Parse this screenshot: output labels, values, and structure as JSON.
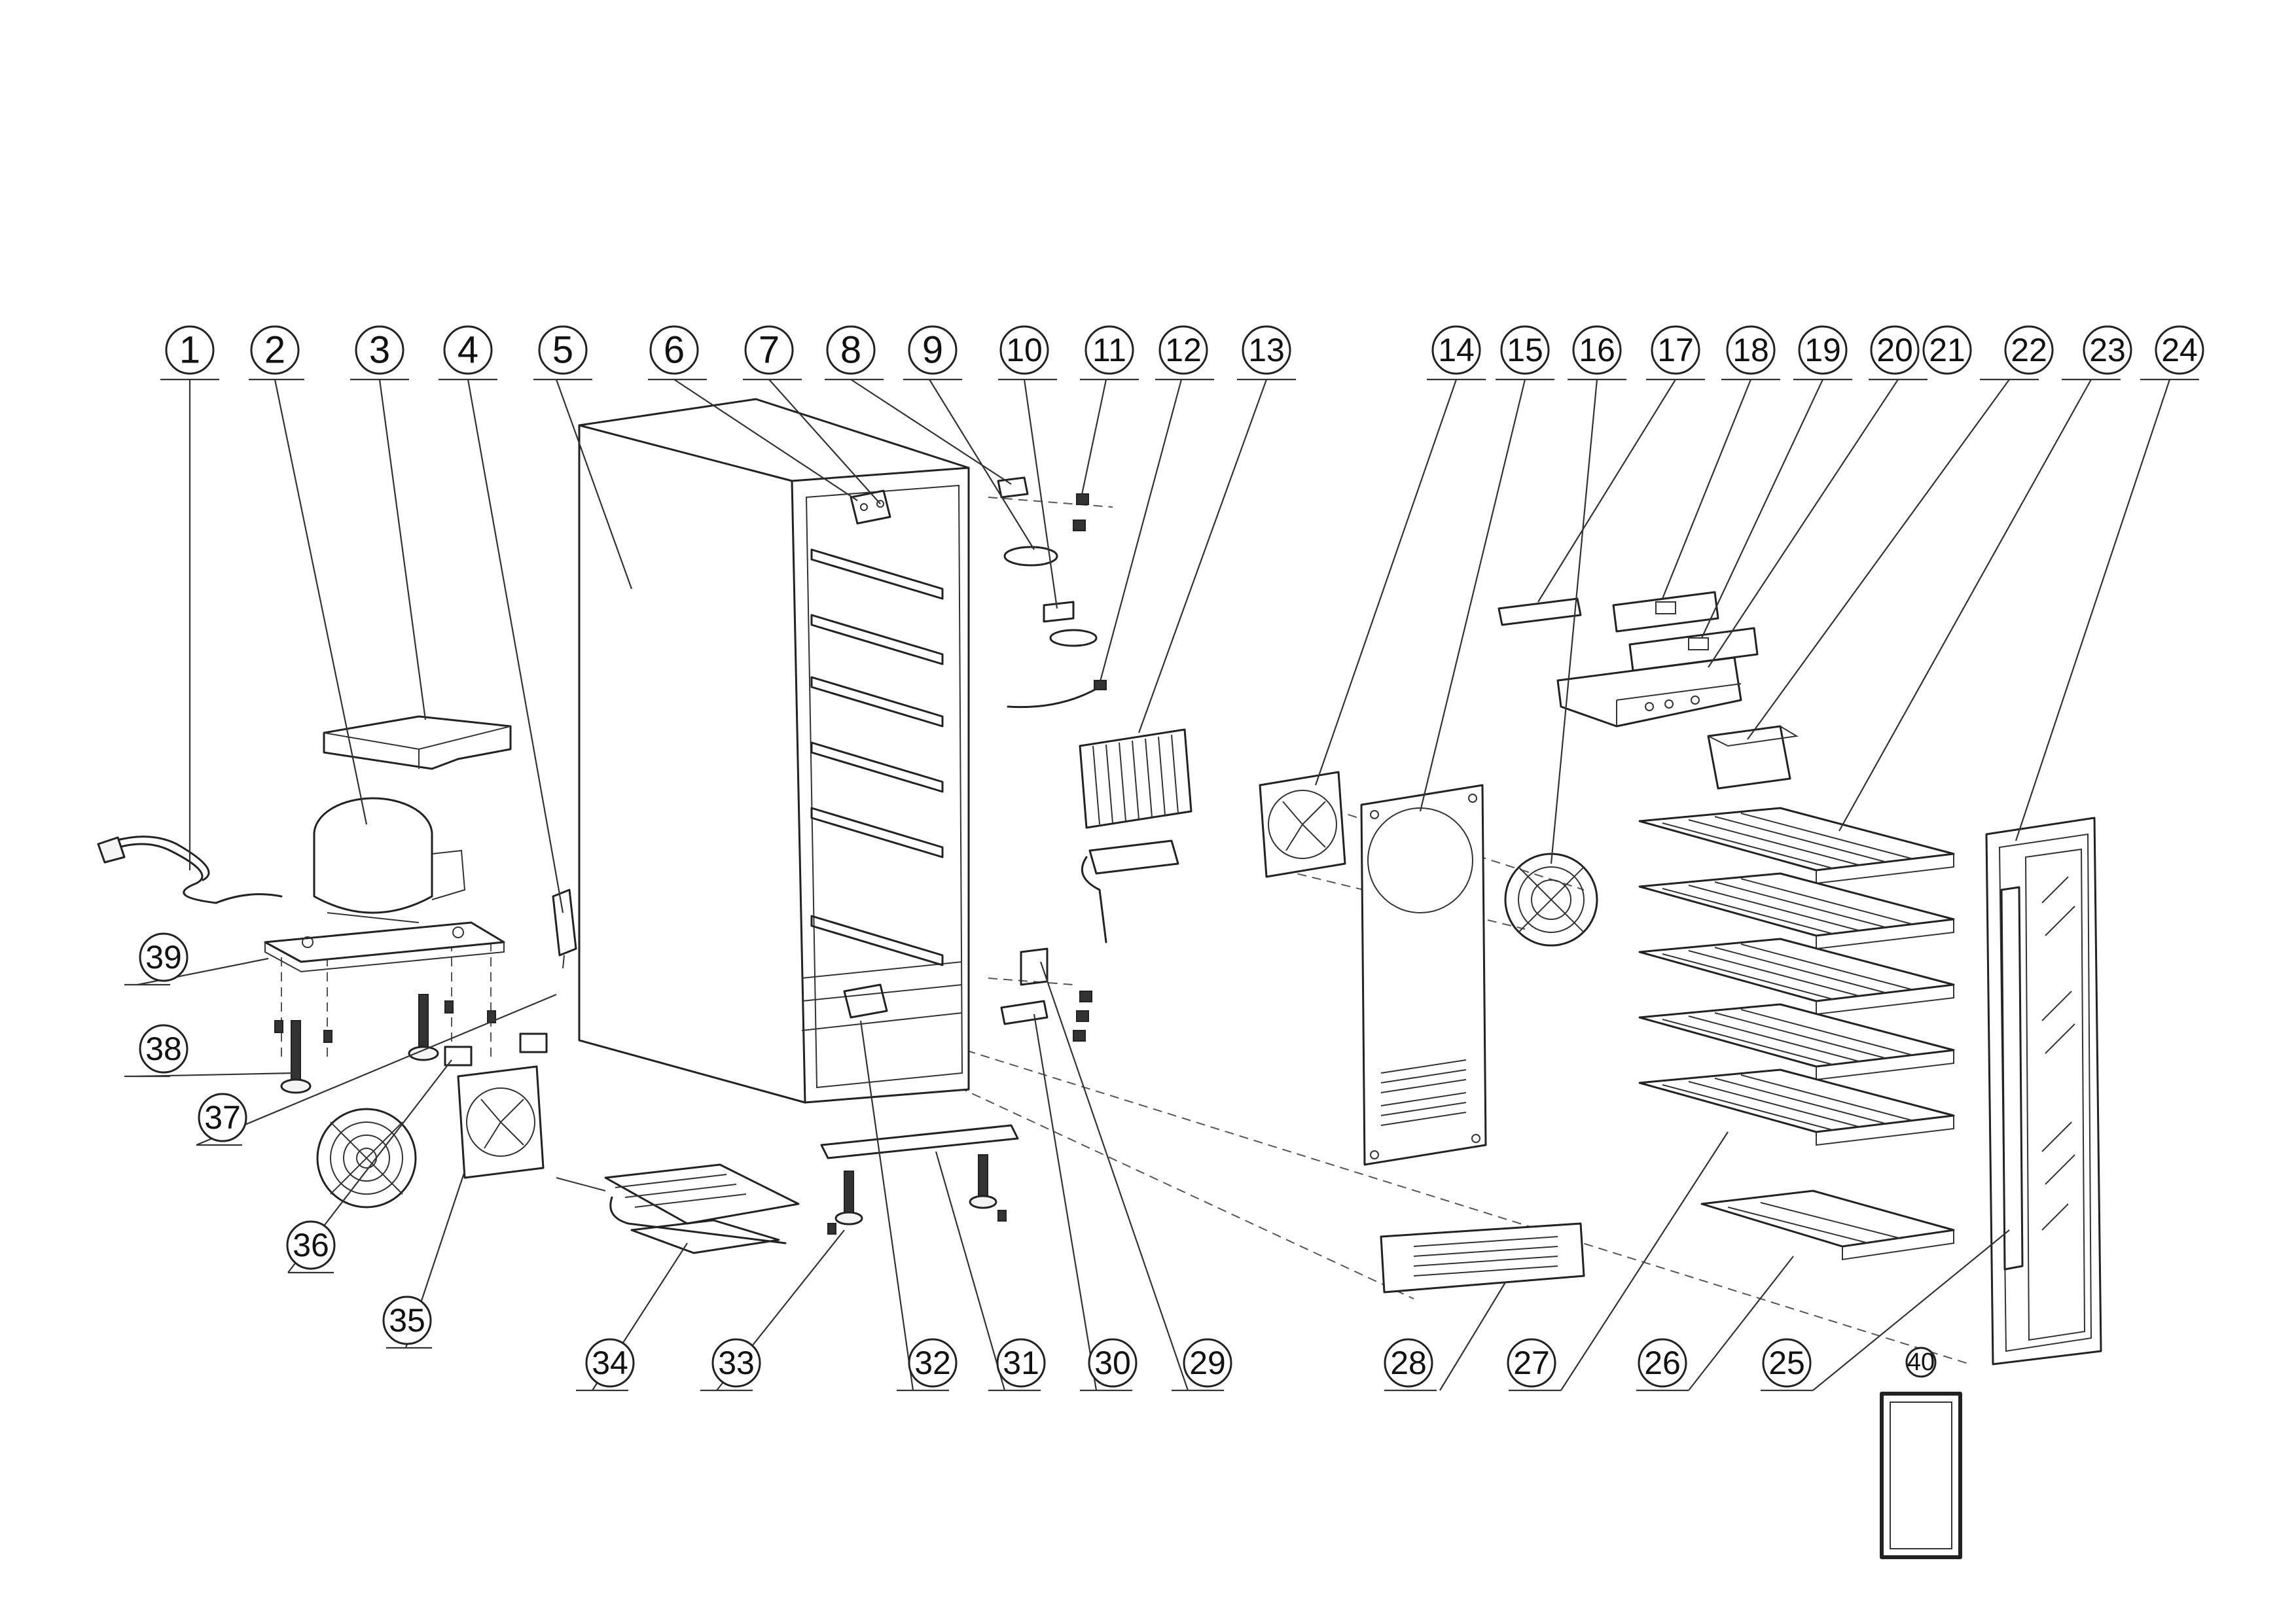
{
  "callouts_top": [
    "1",
    "2",
    "3",
    "4",
    "5",
    "6",
    "7",
    "8",
    "9",
    "10",
    "11",
    "12",
    "13",
    "14",
    "15",
    "16",
    "17",
    "18",
    "19",
    "20",
    "21",
    "22",
    "23",
    "24"
  ],
  "callouts_bottom": [
    "39",
    "38",
    "37",
    "36",
    "35",
    "34",
    "33",
    "32",
    "31",
    "30",
    "29",
    "28",
    "27",
    "26",
    "25"
  ],
  "callout_small": "40"
}
